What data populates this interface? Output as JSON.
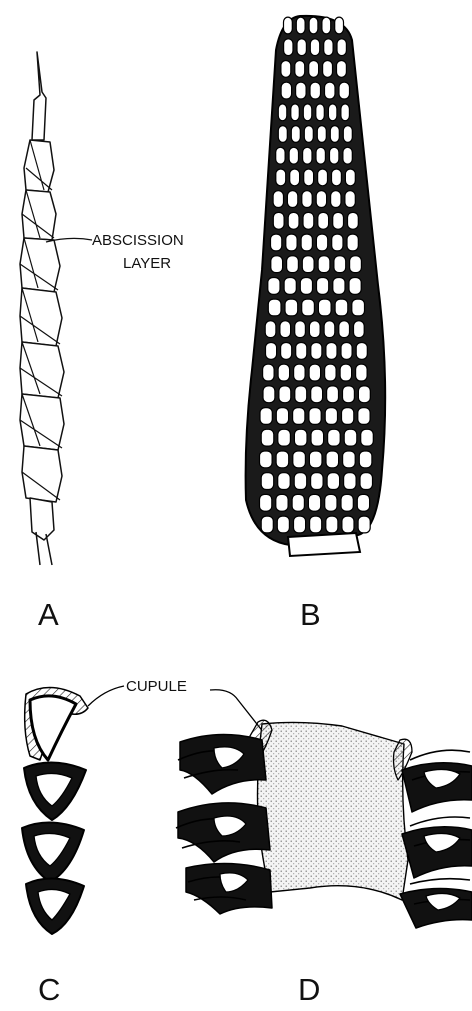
{
  "figure": {
    "panels": [
      {
        "id": "A",
        "label": "A",
        "callout_lines": [
          "ABSCISSION",
          "LAYER"
        ]
      },
      {
        "id": "B",
        "label": "B"
      },
      {
        "id": "C",
        "label": "C",
        "callout": "CUPULE"
      },
      {
        "id": "D",
        "label": "D"
      }
    ]
  }
}
